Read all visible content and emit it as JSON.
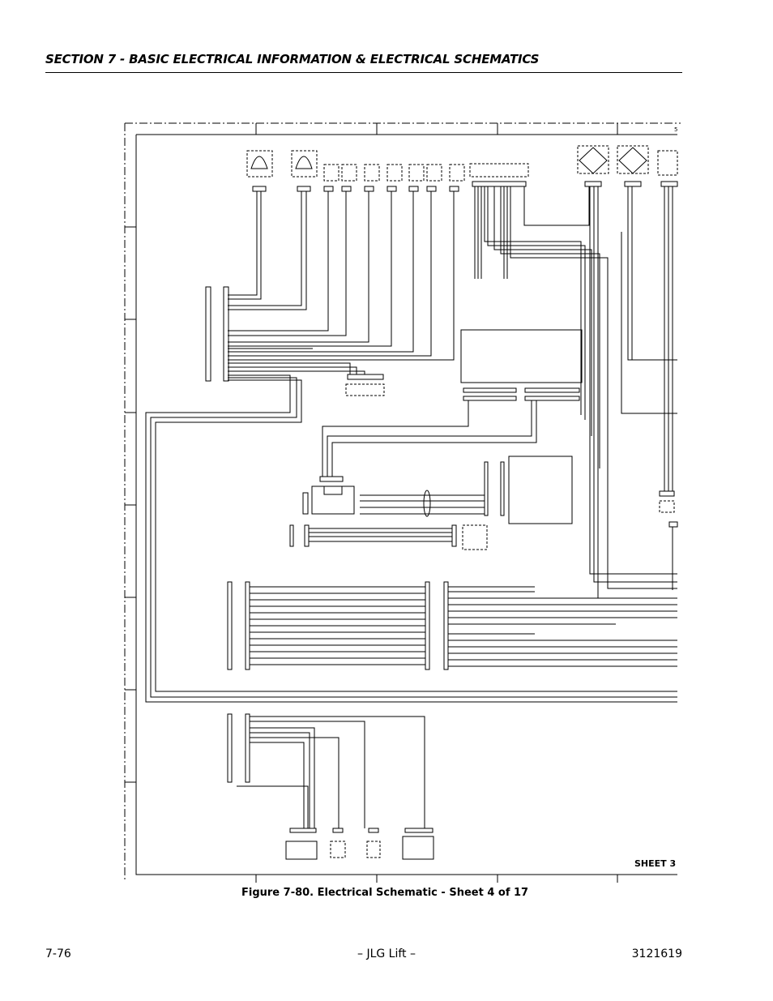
{
  "header": {
    "section_title": "SECTION 7 - BASIC ELECTRICAL INFORMATION & ELECTRICAL SCHEMATICS"
  },
  "figure": {
    "caption": "Figure 7-80.  Electrical Schematic - Sheet 4 of 17",
    "sheet_label": "SHEET 3"
  },
  "footer": {
    "page_number": "7-76",
    "center": "– JLG Lift –",
    "doc_number": "3121619"
  }
}
